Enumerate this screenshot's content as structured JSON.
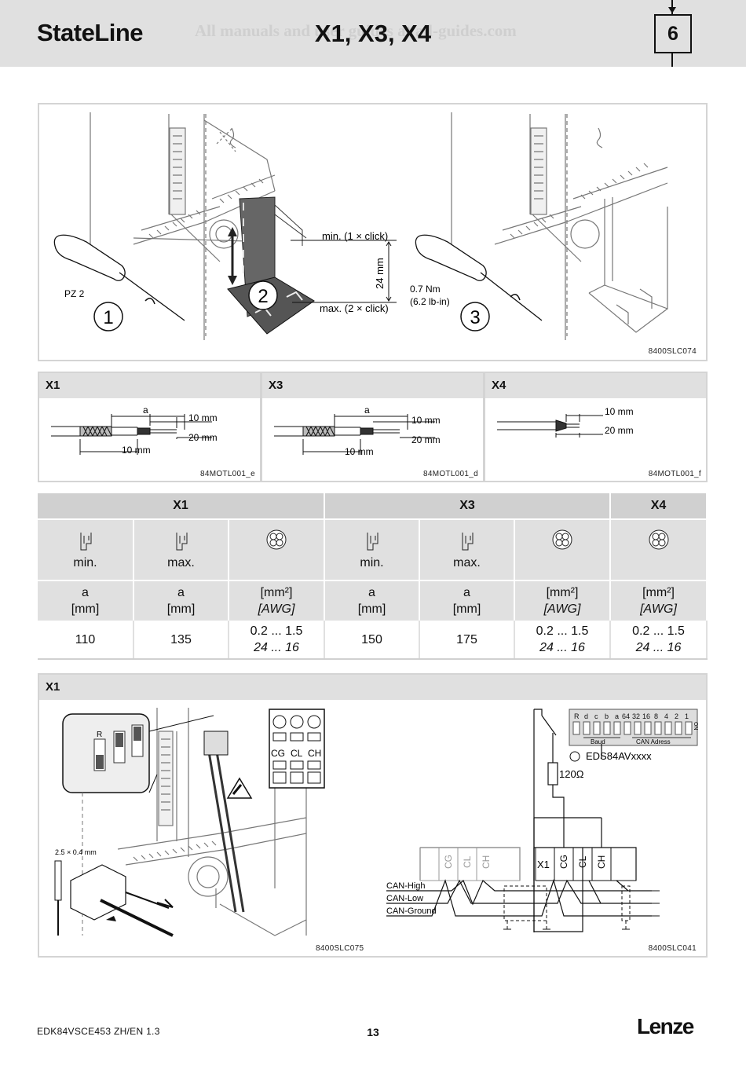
{
  "header": {
    "brand": "StateLine",
    "title": "X1, X3, X4",
    "watermark": "All manuals and user guides at all-guides.com",
    "chapter": "6"
  },
  "figure_top": {
    "code": "8400SLC074",
    "labels": {
      "pz": "PZ 2",
      "step1": "1",
      "step2": "2",
      "step3": "3",
      "min_click": "min. (1 × click)",
      "max_click": "max. (2 × click)",
      "dim_24": "24 mm",
      "torque1": "0.7 Nm",
      "torque2": "(6.2 lb-in)"
    }
  },
  "strip": [
    {
      "title": "X1",
      "a": "a",
      "d10a": "10 mm",
      "d20": "20 mm",
      "d10b": "10 mm",
      "code": "84MOTL001_e"
    },
    {
      "title": "X3",
      "a": "a",
      "d10a": "10 mm",
      "d20": "20 mm",
      "d10b": "10 mm",
      "code": "84MOTL001_d"
    },
    {
      "title": "X4",
      "d10a": "10 mm",
      "d20": "20 mm",
      "code": "84MOTL001_f"
    }
  ],
  "table": {
    "groups": [
      "X1",
      "X3",
      "X4"
    ],
    "icon_labels": [
      "min.",
      "max.",
      "",
      "min.",
      "max.",
      "",
      ""
    ],
    "icons": [
      "length-icon",
      "length-icon",
      "cable-cross-section-icon",
      "length-icon",
      "length-icon",
      "cable-cross-section-icon",
      "cable-cross-section-icon"
    ],
    "units": [
      [
        "a",
        "[mm]"
      ],
      [
        "a",
        "[mm]"
      ],
      [
        "[mm²]",
        "[AWG]"
      ],
      [
        "a",
        "[mm]"
      ],
      [
        "a",
        "[mm]"
      ],
      [
        "[mm²]",
        "[AWG]"
      ],
      [
        "[mm²]",
        "[AWG]"
      ]
    ],
    "values": [
      [
        "110",
        ""
      ],
      [
        "135",
        ""
      ],
      [
        "0.2 ... 1.5",
        "24 ... 16"
      ],
      [
        "150",
        ""
      ],
      [
        "175",
        ""
      ],
      [
        "0.2 ... 1.5",
        "24 ... 16"
      ],
      [
        "0.2 ... 1.5",
        "24 ... 16"
      ]
    ]
  },
  "figure_bottom": {
    "title": "X1",
    "left_code": "8400SLC075",
    "right_code": "8400SLC041",
    "dip_r": "R",
    "screwdriver": "2.5 × 0.4 mm",
    "term_cg": "CG",
    "term_cl": "CL",
    "term_ch": "CH",
    "switch_labels": [
      "R",
      "d",
      "c",
      "b",
      "a",
      "64",
      "32",
      "16",
      "8",
      "4",
      "2",
      "1"
    ],
    "switch_on": "ON",
    "baud": "Baud",
    "can_addr": "CAN Adress",
    "device": "EDS84AVxxxx",
    "resistor": "120Ω",
    "x1": "X1",
    "can_high": "CAN-High",
    "can_low": "CAN-Low",
    "can_ground": "CAN-Ground"
  },
  "footer": {
    "doc": "EDK84VSCE453  ZH/EN  1.3",
    "page": "13",
    "logo": "Lenze"
  }
}
